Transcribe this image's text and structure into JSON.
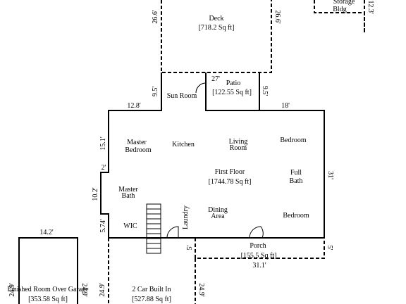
{
  "rooms": {
    "deck": "Deck",
    "deck_area": "[718.2 Sq ft]",
    "storage_line1": "Storage",
    "storage_line2": "Bldg",
    "patio": "Patio",
    "patio_area": "[122.55 Sq ft]",
    "sun_room": "Sun Room",
    "master_bedroom_line1": "Master",
    "master_bedroom_line2": "Bedroom",
    "kitchen": "Kitchen",
    "living_room_line1": "Living",
    "living_room_line2": "Room",
    "bedroom_top": "Bedroom",
    "first_floor": "First Floor",
    "first_floor_area": "[1744.78 Sq ft]",
    "full_bath_line1": "Full",
    "full_bath_line2": "Bath",
    "master_bath_line1": "Master",
    "master_bath_line2": "Bath",
    "laundry": "Laundry",
    "dining_area_line1": "Dining",
    "dining_area_line2": "Area",
    "bedroom_bottom": "Bedroom",
    "wic": "WIC",
    "porch": "Porch",
    "porch_area": "[155.5 Sq ft]",
    "finished_room": "Finished Room Over Garage",
    "finished_room_area": "[353.58 Sq ft]",
    "garage": "2 Car Built In",
    "garage_area": "[527.88 Sq ft]"
  },
  "dimensions": {
    "deck_left": "26.6'",
    "deck_right": "26.6'",
    "storage_right": "12.3'",
    "patio_top": "27'",
    "patio_right": "9.5'",
    "sun_room_left": "9.5'",
    "top_left": "12.8'",
    "top_right": "18'",
    "left_upper": "15.1'",
    "notch": "2'",
    "left_middle": "10.2'",
    "left_lower": "5.74'",
    "right_side": "31'",
    "porch_left": "5'",
    "porch_right": "5'",
    "porch_bottom": "31.1'",
    "finished_top": "14.2'",
    "finished_left": "24.9'",
    "finished_right": "24.9'",
    "garage_left": "24.9'",
    "garage_right": "24.9'"
  }
}
